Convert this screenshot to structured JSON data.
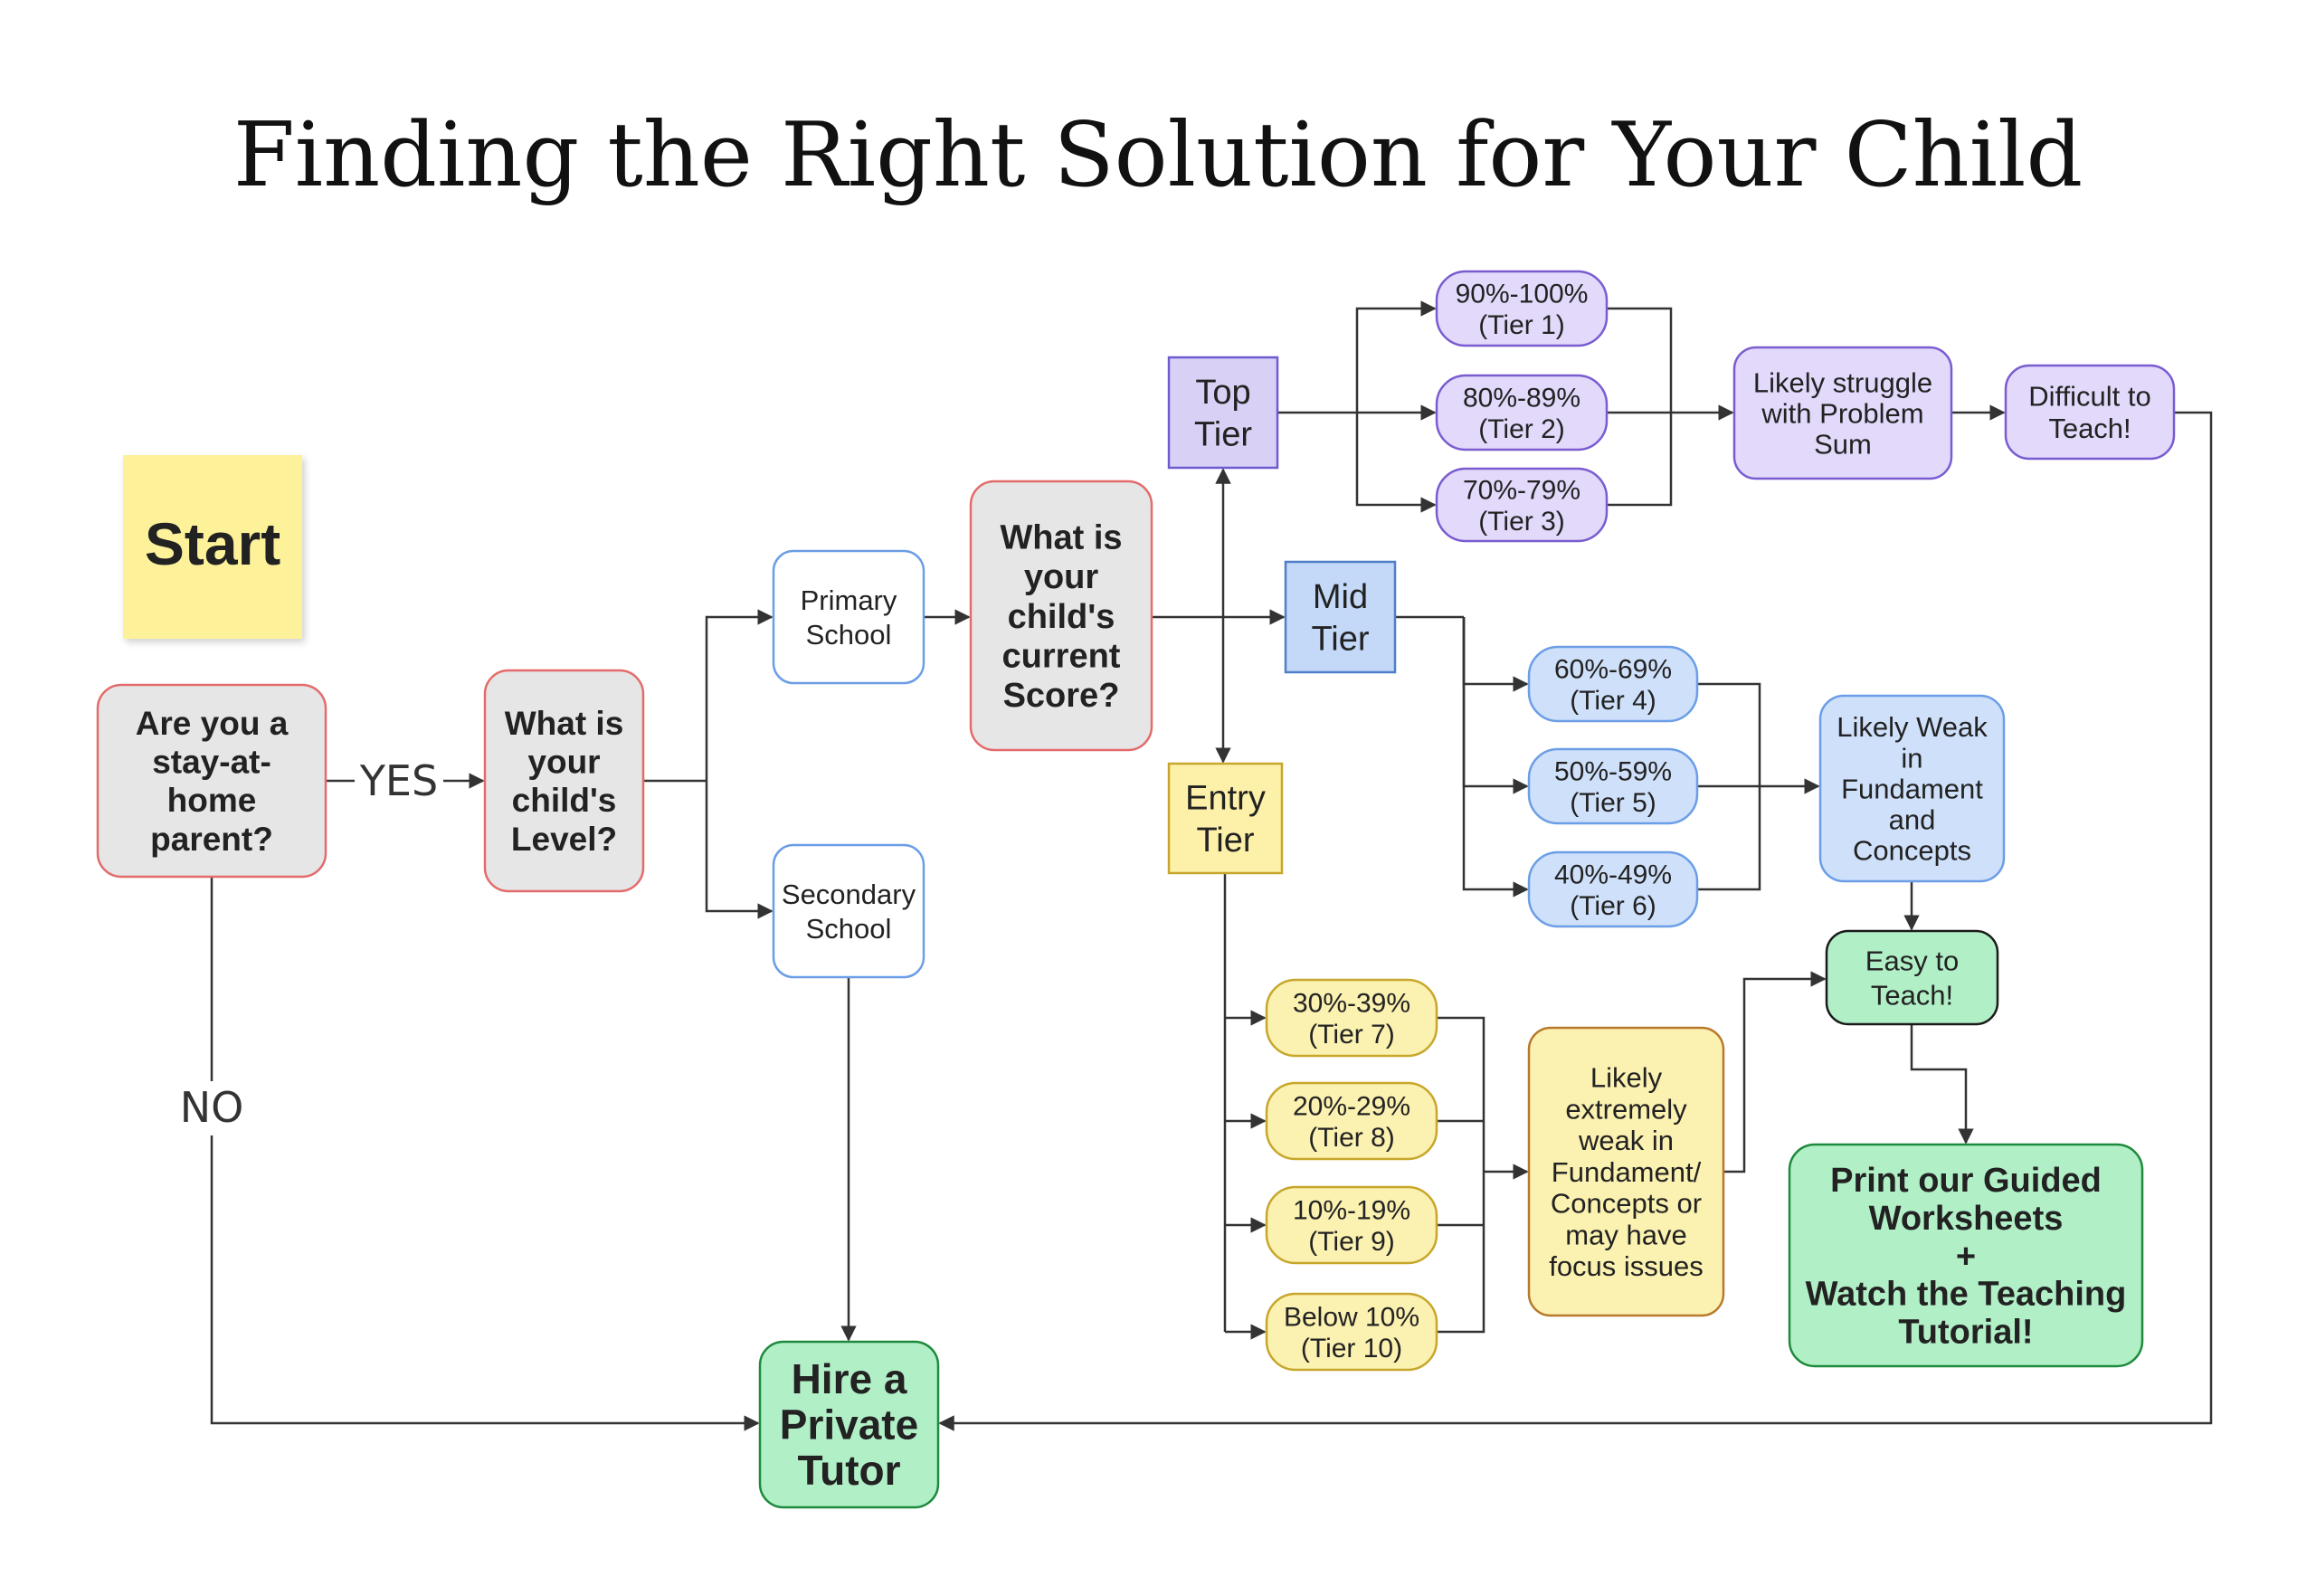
{
  "title": "Finding the Right Solution for Your Child",
  "colors": {
    "red_fill": "#e6e6e6",
    "red_stroke": "#e46b6b",
    "blue_fill": "#ffffff",
    "blue_stroke": "#6b9ee6",
    "purple_fill": "#e2d9fb",
    "purple_stroke": "#7a5cd0",
    "top_tier_fill": "#d8d0f5",
    "top_tier_stroke": "#6d5bd0",
    "mid_tier_fill": "#c4d8f7",
    "mid_tier_stroke": "#4f7fc8",
    "mid_fill": "#cfe0fa",
    "mid_stroke": "#6b9ee6",
    "yellow_fill": "#fbf1b0",
    "yellow_stroke": "#c7a72b",
    "entry_fill": "#fdf0a8",
    "entry_stroke": "#c7a72b",
    "likely_yellow_stroke": "#b8792b",
    "green_fill": "#b1efc7",
    "green_stroke": "#1e8a3c",
    "green_text": "#0f7a2c",
    "sticky": "#fdf19a",
    "edge": "#333333"
  },
  "start": {
    "label": "Start"
  },
  "nodes": {
    "stay_at_home": "Are you a\nstay-at-\nhome\nparent?",
    "child_level": "What is\nyour\nchild's\nLevel?",
    "primary": "Primary\nSchool",
    "secondary": "Secondary\nSchool",
    "current_score": "What is\nyour\nchild's\ncurrent\nScore?",
    "top_tier": "Top\nTier",
    "mid_tier": "Mid\nTier",
    "entry_tier": "Entry\nTier",
    "tier1": "90%-100%\n(Tier 1)",
    "tier2": "80%-89%\n(Tier 2)",
    "tier3": "70%-79%\n(Tier 3)",
    "tier4": "60%-69%\n(Tier 4)",
    "tier5": "50%-59%\n(Tier 5)",
    "tier6": "40%-49%\n(Tier 6)",
    "tier7": "30%-39%\n(Tier 7)",
    "tier8": "20%-29%\n(Tier 8)",
    "tier9": "10%-19%\n(Tier 9)",
    "tier10": "Below 10%\n(Tier 10)",
    "struggle": "Likely struggle\nwith Problem\nSum",
    "difficult": "Difficult to\nTeach!",
    "weak_fundament": "Likely Weak\nin\nFundament\nand\nConcepts",
    "easy": "Easy to\nTeach!",
    "extremely_weak": "Likely\nextremely\nweak in\nFundament/\nConcepts or\nmay have\nfocus issues",
    "hire_tutor": "Hire a\nPrivate\nTutor",
    "print_worksheets": "Print our Guided\nWorksheets\n+\nWatch the Teaching\nTutorial!"
  },
  "edge_labels": {
    "yes": "YES",
    "no": "NO"
  }
}
